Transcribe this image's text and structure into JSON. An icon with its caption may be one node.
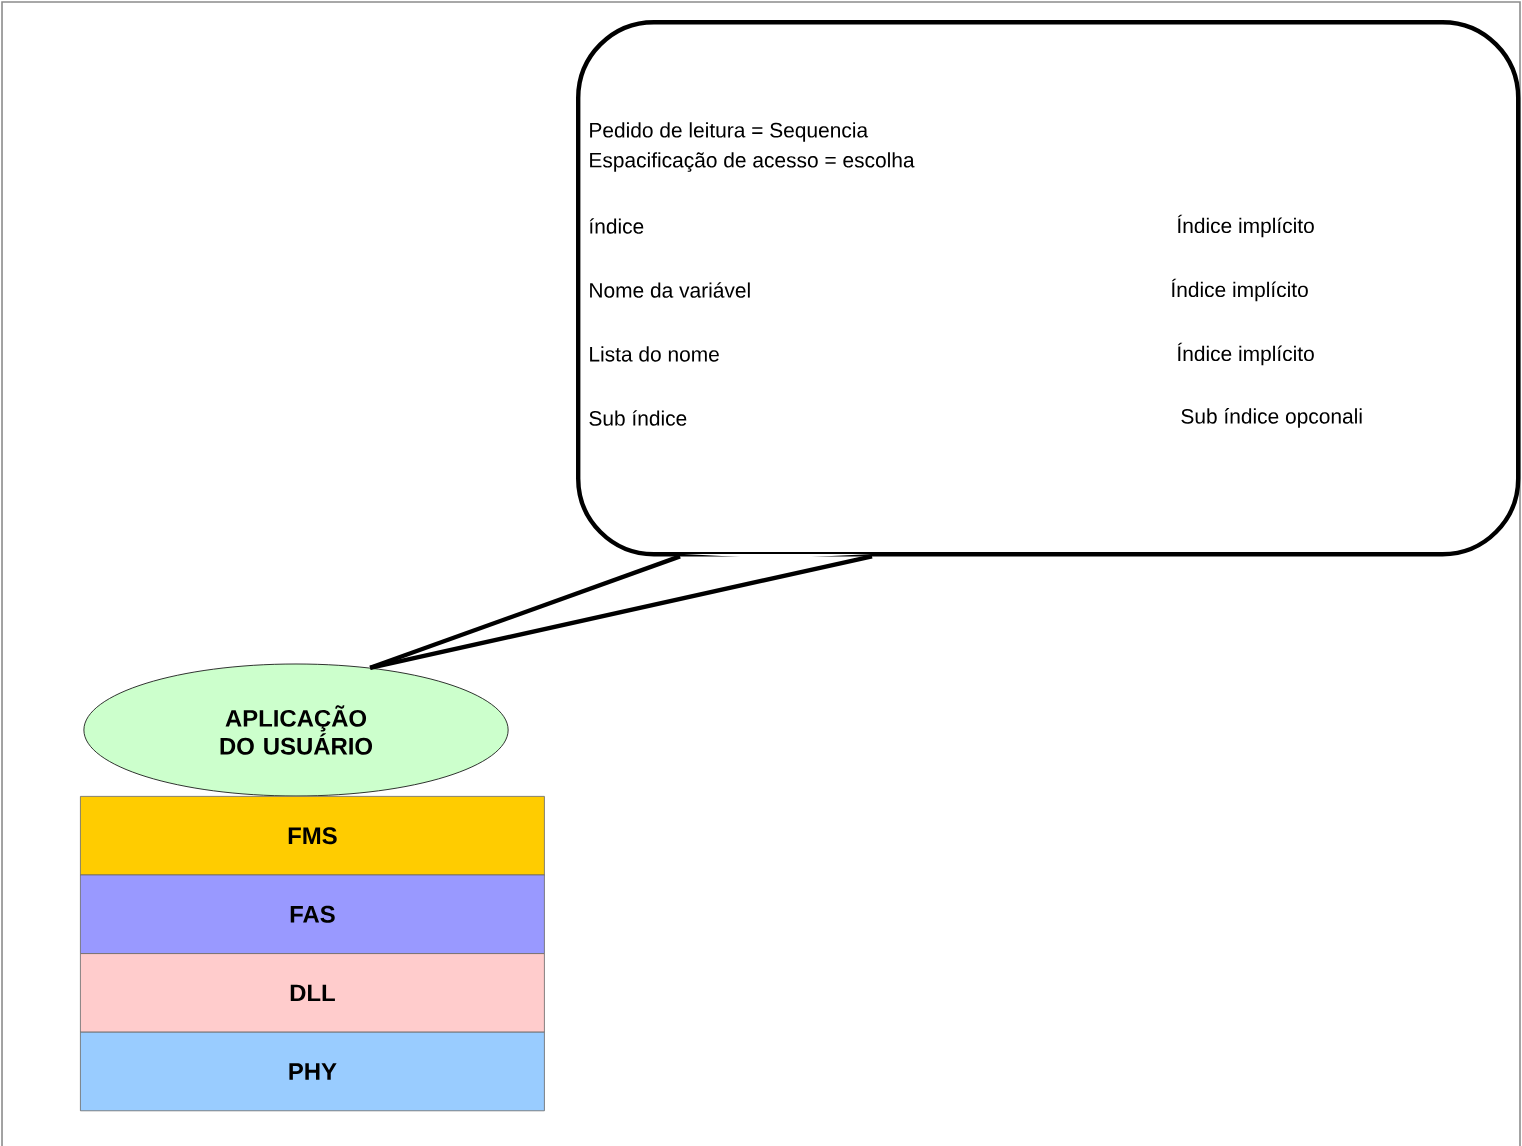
{
  "diagram": {
    "nodes": [
      {
        "text": [
          "Pedido de leitura = Sequencia",
          "Espacificação de acesso = escolha",
          "índice",
          "Índice implícito",
          "Nome da variável",
          "Índice implícito",
          "Lista do nome",
          "Índice implícito",
          "Sub índice",
          "Sub índice opconali"
        ]
      },
      {
        "text": [
          "APLICAÇÃO DO USUÁRIO"
        ]
      },
      {
        "text": [
          "FMS"
        ]
      },
      {
        "text": [
          "FAS"
        ]
      },
      {
        "text": [
          "DLL"
        ]
      },
      {
        "text": [
          "PHY"
        ]
      }
    ],
    "edges": [
      {
        "from": 0,
        "to": 1,
        "arrow": "none"
      }
    ]
  }
}
